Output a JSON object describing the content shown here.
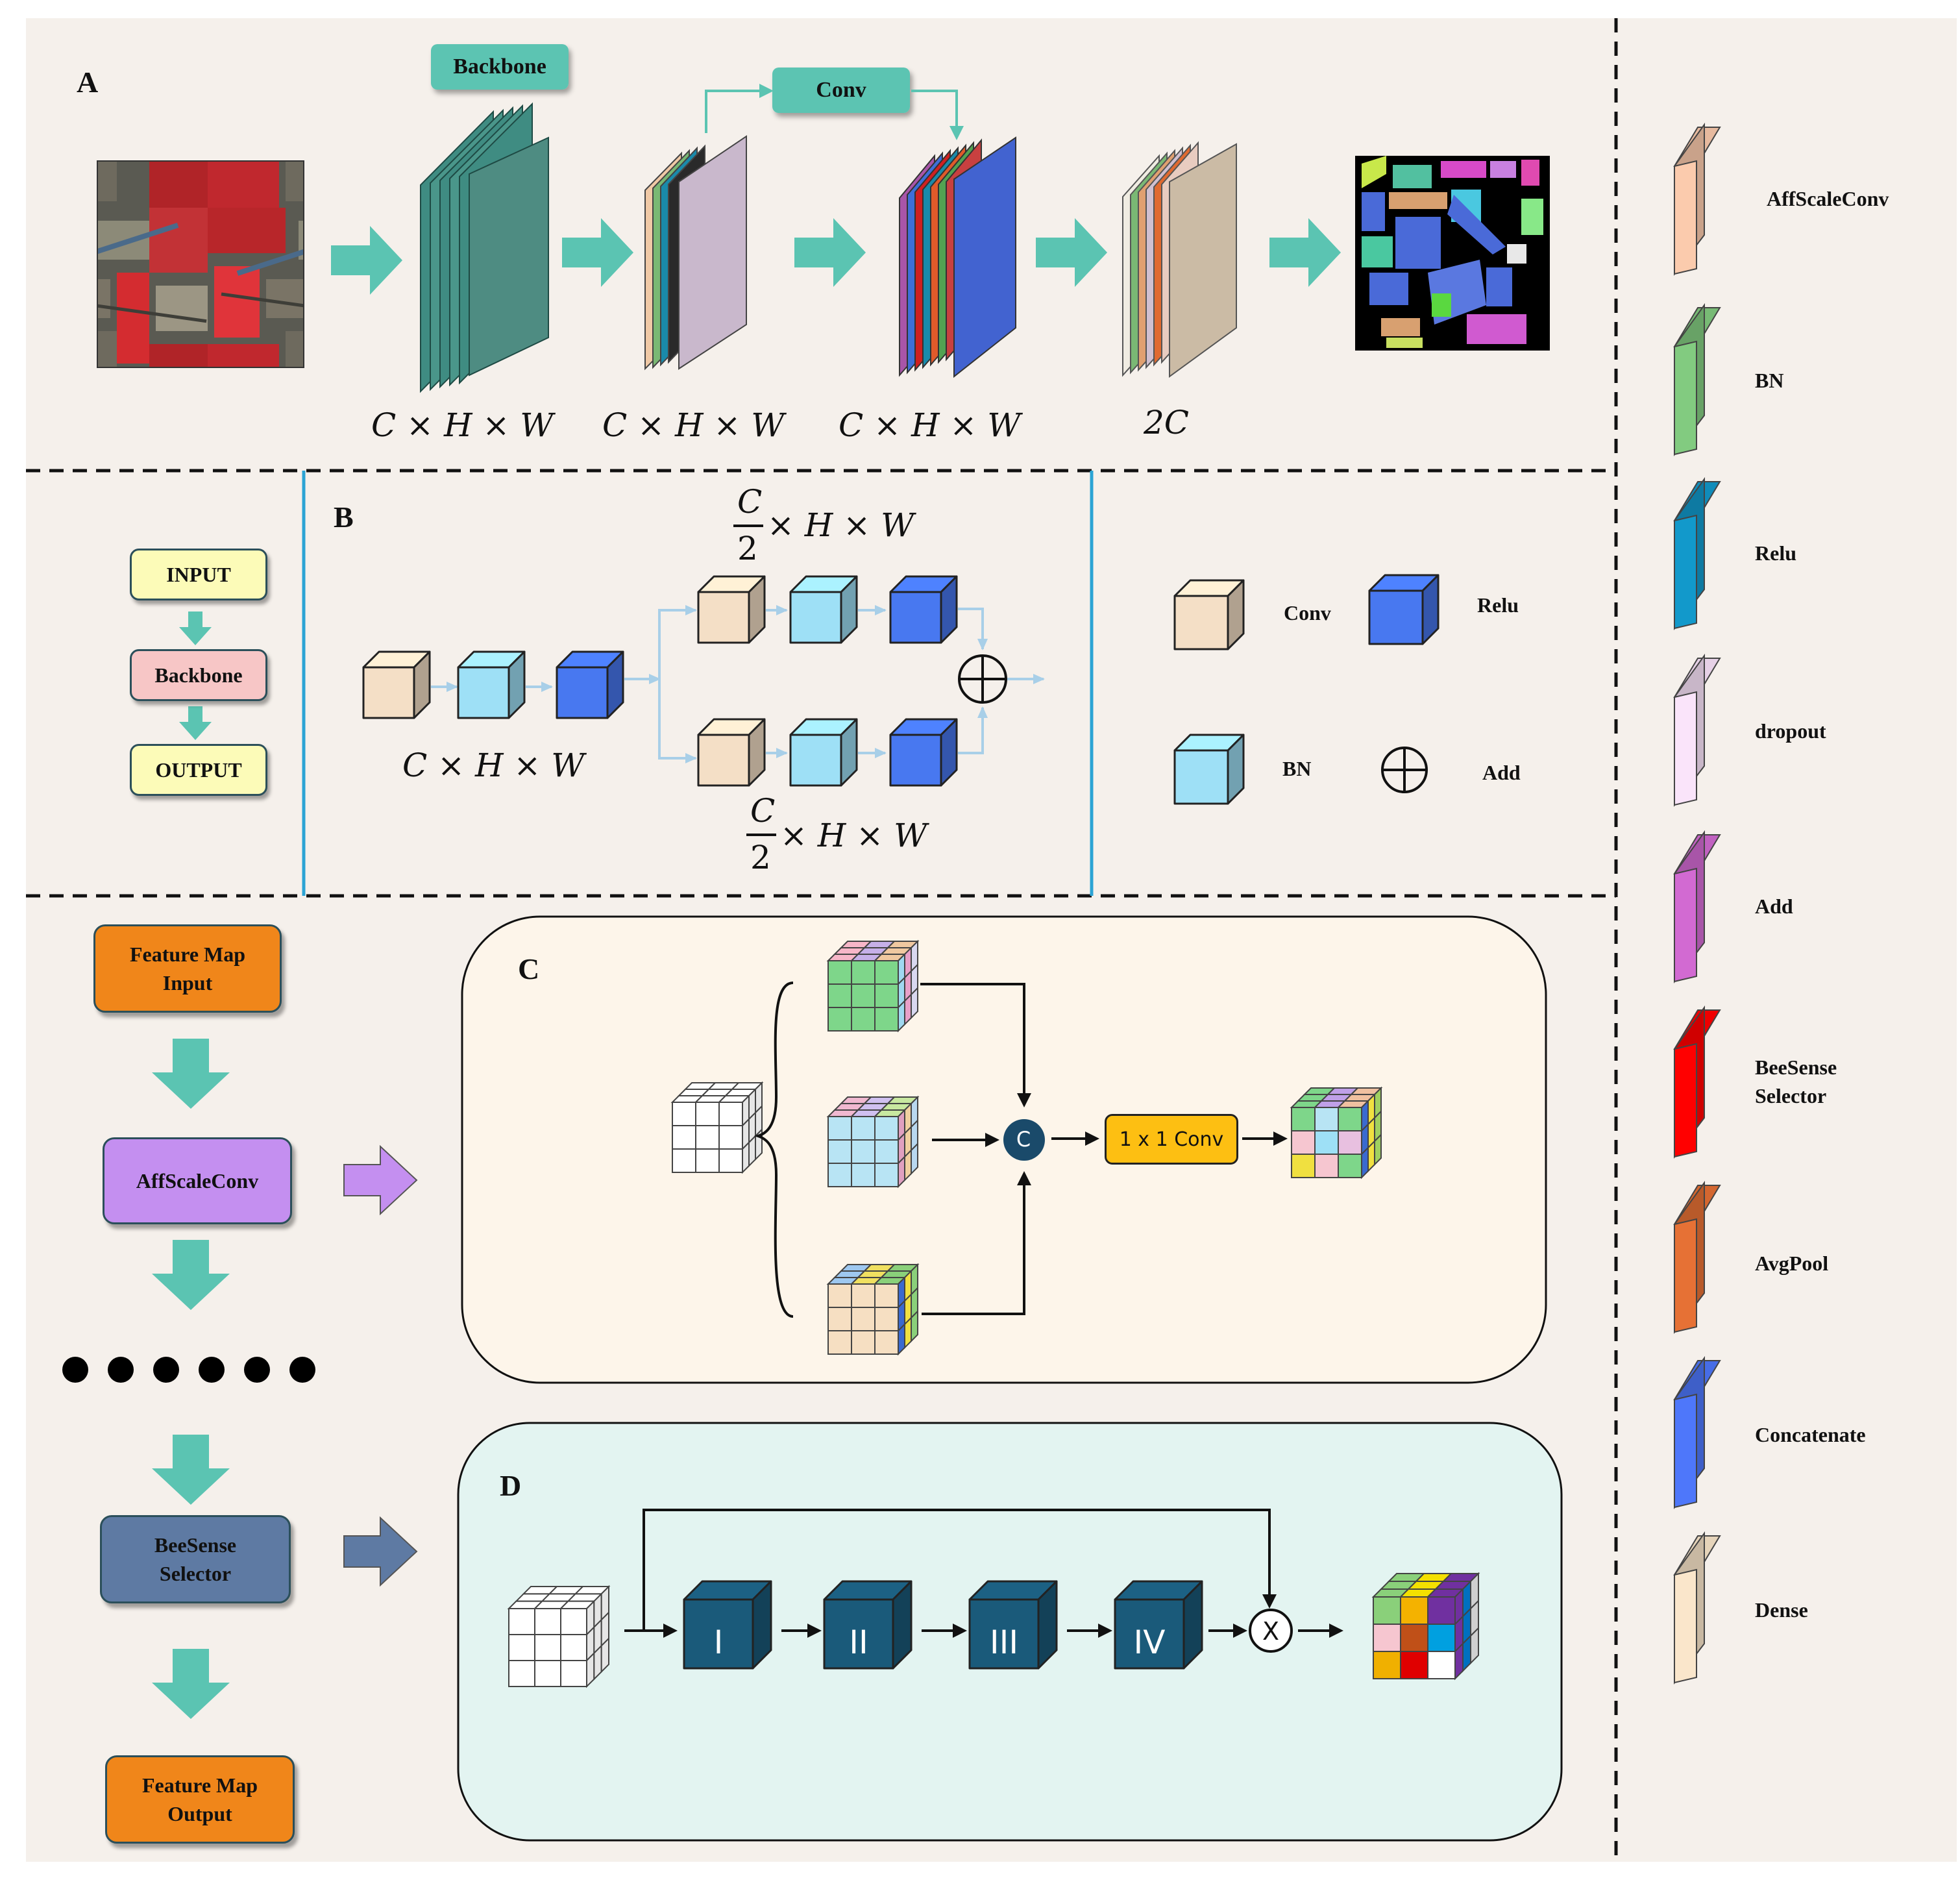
{
  "panel_a": {
    "letter": "A",
    "backbone_label": "Backbone",
    "conv_label": "Conv",
    "dims": [
      "C × H × W",
      "C × H × W",
      "C × H × W",
      "2C"
    ]
  },
  "panel_b": {
    "letter": "B",
    "flow": [
      "INPUT",
      "Backbone",
      "OUTPUT"
    ],
    "dim_left": "C × H × W",
    "dim_top_num": "C",
    "dim_top_den": "2",
    "dim_top_rest": "× H × W",
    "dim_bottom_num": "C",
    "dim_bottom_den": "2",
    "dim_bottom_rest": "× H × W",
    "legend": {
      "conv": "Conv",
      "relu": "Relu",
      "bn": "BN",
      "add": "Add"
    }
  },
  "panel_c": {
    "letter": "C",
    "concat_symbol": "C",
    "conv_label": "1 x 1 Conv"
  },
  "panel_d": {
    "letter": "D",
    "stages": [
      "I",
      "II",
      "III",
      "IV"
    ],
    "multiply_symbol": "X"
  },
  "left_flow": {
    "input": "Feature Map\nInput",
    "aff": "AffScaleConv",
    "bee": "BeeSense\nSelector",
    "output": "Feature Map\nOutput"
  },
  "legend": [
    {
      "label": "AffScaleConv",
      "color": "#c9a28a"
    },
    {
      "label": "BN",
      "color": "#68a266"
    },
    {
      "label": "Relu",
      "color": "#0e7aa2"
    },
    {
      "label": "dropout",
      "color": "#c8b6c8"
    },
    {
      "label": "Add",
      "color": "#a855a8"
    },
    {
      "label": "BeeSense\nSelector",
      "color": "#d00000"
    },
    {
      "label": "AvgPool",
      "color": "#b85a2a"
    },
    {
      "label": "Concatenate",
      "color": "#3e5fc8"
    },
    {
      "label": "Dense",
      "color": "#c8b8a2"
    }
  ],
  "colors": {
    "background": "#f5f0eb",
    "teal": "#5bc4b2",
    "panel_c_bg": "#fdf5ea",
    "panel_d_bg": "#e3f4f1",
    "orange": "#f0861a",
    "purple": "#c48ff0",
    "slate": "#5e7aa3",
    "yellow_box": "#fcfbb8",
    "pink_box": "#f7c6c6",
    "divider_blue": "#2ba3d4"
  }
}
